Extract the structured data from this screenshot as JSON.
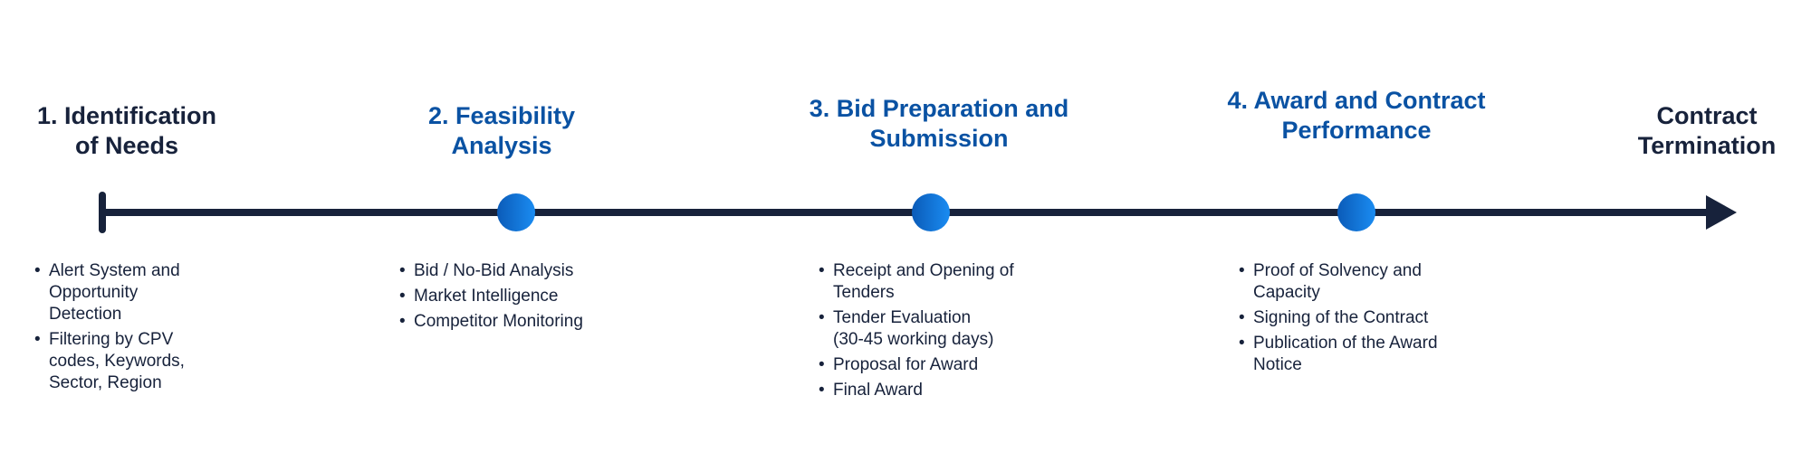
{
  "stages": [
    {
      "title": "1. Identification\nof Needs",
      "items": [
        "Alert System and\nOpportunity\nDetection",
        "Filtering by CPV\ncodes, Keywords,\nSector, Region"
      ]
    },
    {
      "title": "2. Feasibility\nAnalysis",
      "items": [
        "Bid / No-Bid Analysis",
        "Market Intelligence",
        "Competitor Monitoring"
      ]
    },
    {
      "title": "3. Bid Preparation and\nSubmission",
      "items": [
        "Receipt and Opening of\nTenders",
        "Tender Evaluation\n(30-45 working days)",
        "Proposal for Award",
        "Final Award"
      ]
    },
    {
      "title": "4. Award and Contract\nPerformance",
      "items": [
        "Proof of Solvency and\nCapacity",
        "Signing of the Contract",
        "Publication of the Award\nNotice"
      ]
    }
  ],
  "end": {
    "title": "Contract\nTermination"
  },
  "colors": {
    "dark": "#17223b",
    "blue": "#0a52a3",
    "node_start": "#0b5bb8",
    "node_end": "#1a8cf2"
  }
}
